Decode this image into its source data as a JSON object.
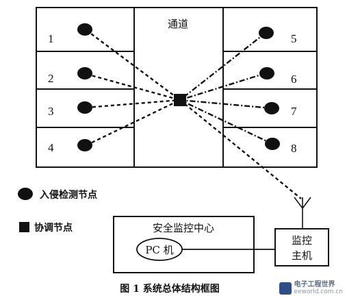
{
  "corridor_label": "通道",
  "room_numbers": [
    "1",
    "2",
    "3",
    "4",
    "5",
    "6",
    "7",
    "8"
  ],
  "legend": {
    "intrusion_node": "入侵检测节点",
    "coordinator_node": "协调节点"
  },
  "monitor_center": {
    "title": "安全监控中心",
    "pc_label": "PC 机"
  },
  "monitor_host_label": [
    "监控",
    "主机"
  ],
  "caption": "图 1  系统总体结构框图",
  "watermark": {
    "cn": "电子工程世界",
    "en": "eeworld.com.cn",
    "logo": "e"
  }
}
